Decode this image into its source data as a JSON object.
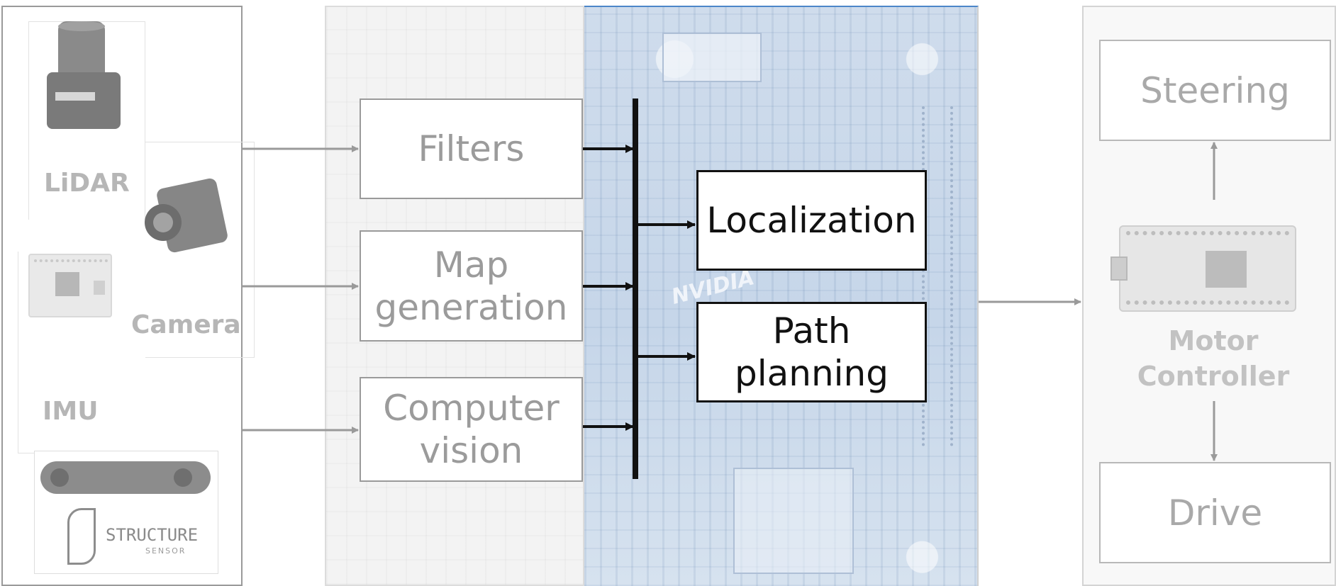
{
  "sensors": {
    "lidar_label": "LiDAR",
    "camera_label": "Camera",
    "imu_label": "IMU",
    "structure_label_top": "STRUCTURE",
    "structure_label_bottom": "SENSOR"
  },
  "processing": {
    "filters_label": "Filters",
    "map_generation_label": "Map\ngeneration",
    "computer_vision_label": "Computer\nvision",
    "localization_label": "Localization",
    "path_planning_label": "Path\nplanning",
    "board_brand": "NVIDIA"
  },
  "motor": {
    "steering_label": "Steering",
    "controller_label": "Motor\nController",
    "drive_label": "Drive"
  },
  "colors": {
    "faded_border": "#9a9a9a",
    "faded_text": "#9b9b9b",
    "dark": "#111111",
    "board_blue": "#c6d6e9"
  }
}
